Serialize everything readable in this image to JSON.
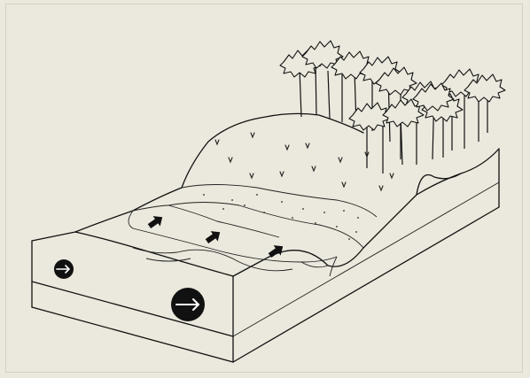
{
  "diagram": {
    "components": {
      "block_body": "soil-block",
      "forest": "tree-canopy",
      "slope": "hillslope",
      "sand_layer": "sediment-layer",
      "wetland": "wetland-area",
      "flow_arrows": 3,
      "flow_circles": 2
    },
    "colors": {
      "background": "#ebe8dd",
      "line": "#111111"
    }
  }
}
